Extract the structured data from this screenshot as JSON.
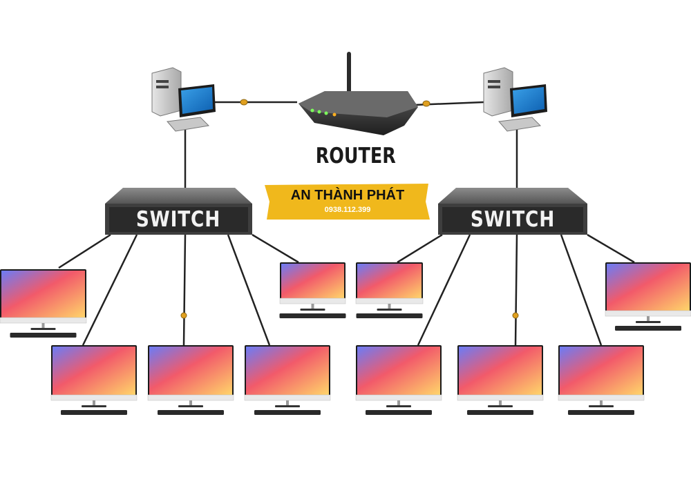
{
  "diagram": {
    "router": {
      "label": "ROUTER",
      "icon": "wireless-router-icon"
    },
    "switches": [
      {
        "label": "SWITCH",
        "icon": "network-switch-icon"
      },
      {
        "label": "SWITCH",
        "icon": "network-switch-icon"
      }
    ],
    "servers": [
      {
        "icon": "server-pc-icon"
      },
      {
        "icon": "server-pc-icon"
      }
    ],
    "monitor_icon": "desktop-monitor-icon",
    "keyboard_icon": "keyboard-icon"
  },
  "watermark": {
    "title": "AN THÀNH PHÁT",
    "phone": "0938.112.399"
  },
  "colors": {
    "cable": "#222222",
    "connector": "#e0a020",
    "switch_body": "#4a4a4a",
    "banner": "#f0b81c"
  }
}
